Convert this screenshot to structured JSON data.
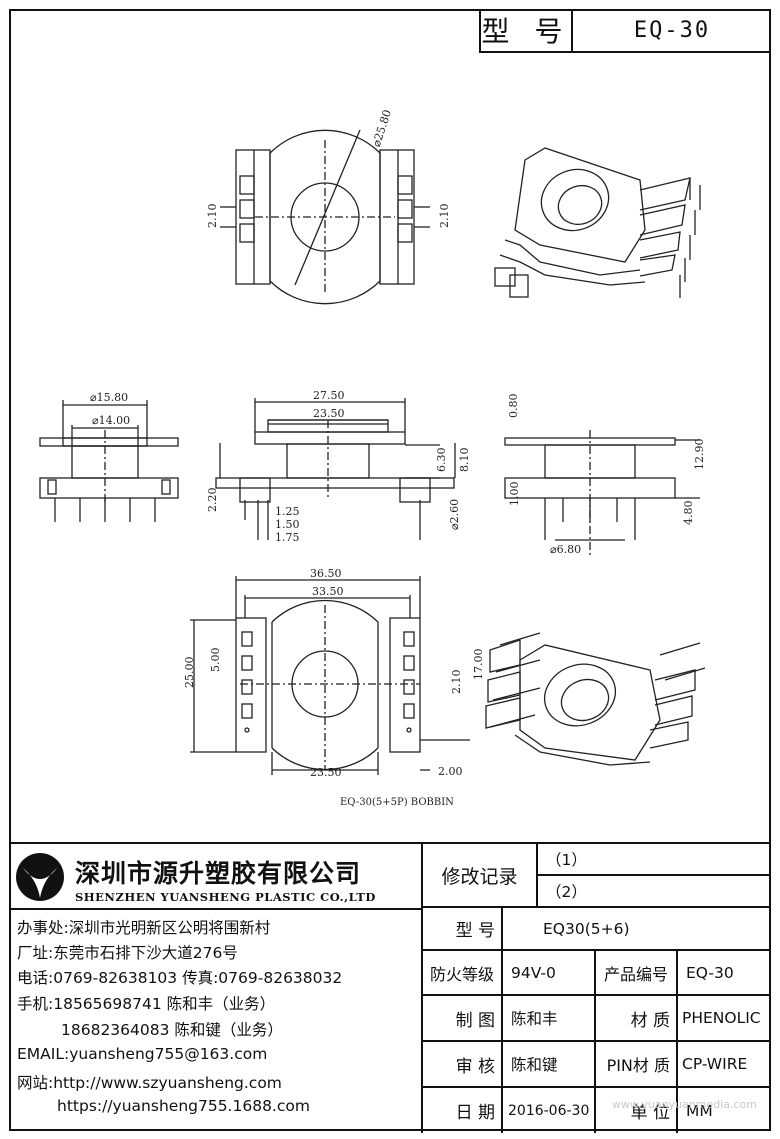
{
  "title_block": {
    "model_label": "型 号",
    "model_value": "EQ-30"
  },
  "drawing": {
    "caption": "EQ-30(5+5P) BOBBIN",
    "dims": {
      "d_25_80": "⌀25.80",
      "d_2_10_a": "2.10",
      "d_2_10_b": "2.10",
      "d_15_80": "⌀15.80",
      "d_14_00": "⌀14.00",
      "d_27_50": "27.50",
      "d_23_50_top": "23.50",
      "d_6_30": "6.30",
      "d_8_10": "8.10",
      "d_2_20": "2.20",
      "d_1_25": "1.25",
      "d_1_50": "1.50",
      "d_1_75": "1.75",
      "d_2_60": "⌀2.60",
      "d_0_80": "0.80",
      "d_12_90": "12.90",
      "d_1_00": "1.00",
      "d_4_80": "4.80",
      "d_6_80": "⌀6.80",
      "d_36_50": "36.50",
      "d_33_50": "33.50",
      "d_25_00": "25.00",
      "d_5_00": "5.00",
      "d_2_10_c": "2.10",
      "d_17_00": "17.00",
      "d_23_50_bot": "23.50",
      "d_2_00": "2.00"
    }
  },
  "company": {
    "name_cn": "深圳市源升塑胶有限公司",
    "name_en": "SHENZHEN YUANSHENG PLASTIC CO.,LTD",
    "office": "办事处:深圳市光明新区公明将围新村",
    "factory": "厂址:东莞市石排下沙大道276号",
    "phone": "电话:0769-82638103 传真:0769-82638032",
    "mobile1": "手机:18565698741 陈和丰（业务）",
    "mobile2": "18682364083 陈和键（业务）",
    "email": "EMAIL:yuansheng755@163.com",
    "web1": "网站:http://www.szyuansheng.com",
    "web2": "https://yuansheng755.1688.com"
  },
  "table": {
    "revision_label": "修改记录",
    "rev1": "（1）",
    "rev2": "（2）",
    "model_label": "型 号",
    "model_value": "EQ30(5+6)",
    "fire_label": "防火等级",
    "fire_value": "94V-0",
    "product_no_label": "产品编号",
    "product_no_value": "EQ-30",
    "drawn_label": "制 图",
    "drawn_value": "陈和丰",
    "material_label": "材 质",
    "material_value": "PHENOLIC",
    "check_label": "审 核",
    "check_value": "陈和键",
    "pin_label": "PIN材 质",
    "pin_value": "CP-WIRE",
    "date_label": "日 期",
    "date_value": "2016-06-30",
    "unit_label": "单 位",
    "unit_value": "MM"
  },
  "watermark": "www.yuanyuanmedia.com"
}
